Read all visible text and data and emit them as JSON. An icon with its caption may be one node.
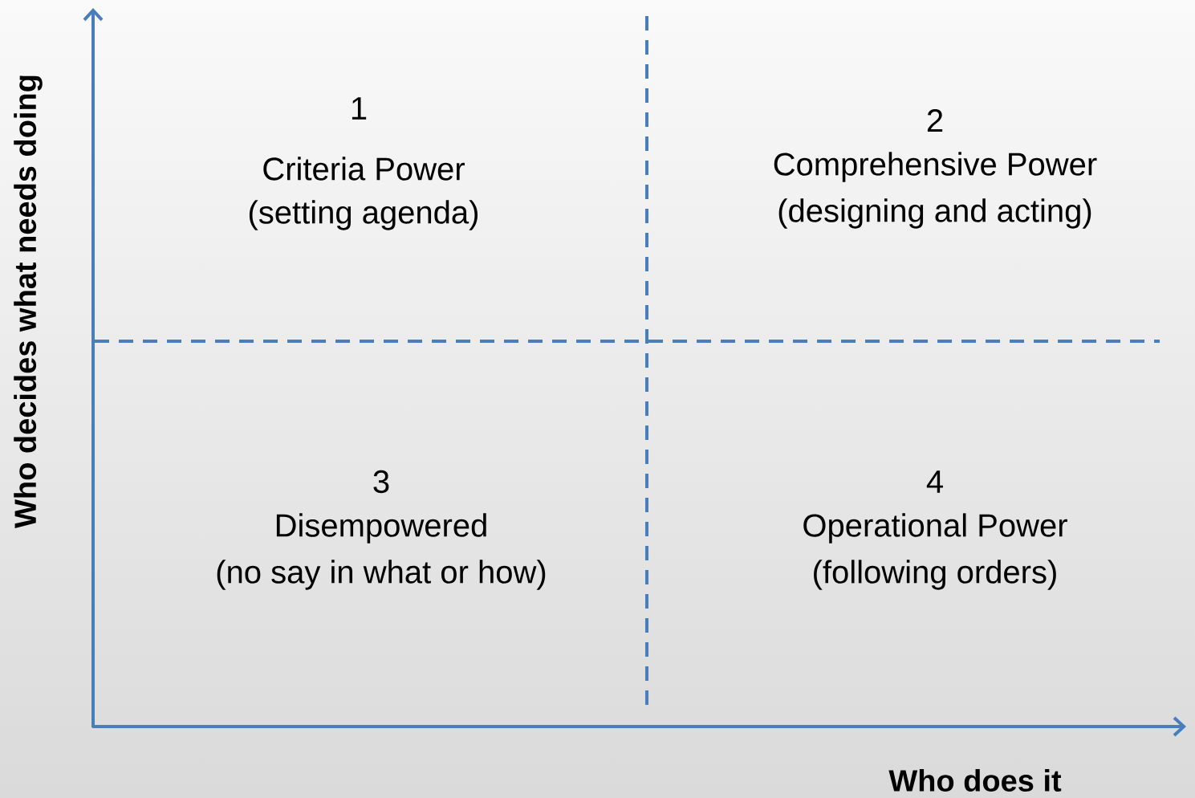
{
  "diagram": {
    "labels": [
      "Who decides what needs doing",
      "1",
      "Criteria Power",
      "(setting agenda)",
      "2",
      "Comprehensive Power",
      "(designing and acting)",
      "3",
      "Disempowered",
      "(no say in what or how)",
      "4",
      "Operational Power",
      "(following orders)",
      "Who does it"
    ]
  }
}
